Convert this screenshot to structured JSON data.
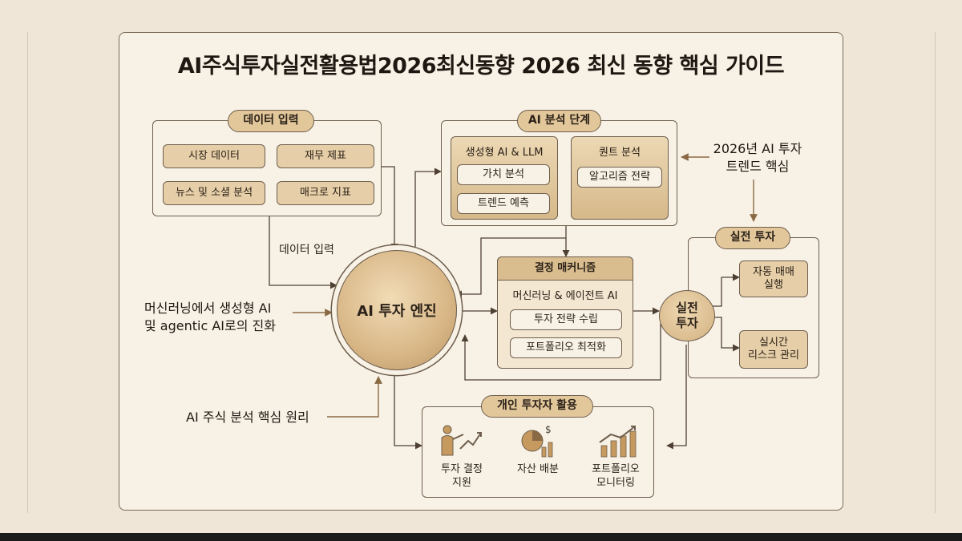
{
  "title": "AI주식투자실전활용법2026최신동향 2026 최신 동향 핵심 가이드",
  "data_input": {
    "header": "데이터 입력",
    "items": [
      "시장 데이터",
      "재무 제표",
      "뉴스 및 소셜 분석",
      "매크로 지표"
    ],
    "flow_label": "데이터 입력"
  },
  "ai_analysis": {
    "header": "AI 분석 단계",
    "gen_ai": {
      "title": "생성형 AI & LLM",
      "items": [
        "가치 분석",
        "트렌드 예측"
      ]
    },
    "quant": {
      "title": "퀀트 분석",
      "items": [
        "알고리즘 전략"
      ]
    }
  },
  "trend_label": {
    "line1": "2026년 AI 투자",
    "line2": "트렌드 핵심"
  },
  "engine": {
    "label": "AI 투자 엔진"
  },
  "evolution_label": {
    "line1": "머신러닝에서 생성형 AI",
    "line2": "및 agentic AI로의 진화"
  },
  "principle_label": "AI 주식 분석 핵심 원리",
  "decision": {
    "header": "결정 매커니즘",
    "subtitle": "머신러닝 & 에이전트 AI",
    "items": [
      "투자 전략 수립",
      "포트폴리오 최적화"
    ]
  },
  "live_invest": {
    "header": "실전 투자",
    "circle": {
      "line1": "실전",
      "line2": "투자"
    },
    "items": [
      {
        "line1": "자동 매매",
        "line2": "실행"
      },
      {
        "line1": "실시간",
        "line2": "리스크 관리"
      }
    ]
  },
  "personal": {
    "header": "개인 투자자 활용",
    "items": [
      {
        "icon": "presenter-chart-icon",
        "line1": "투자 결정",
        "line2": "지원"
      },
      {
        "icon": "pie-chart-dollar-icon",
        "line1": "자산 배분",
        "line2": ""
      },
      {
        "icon": "bar-chart-trend-icon",
        "line1": "포트폴리오",
        "line2": "모니터링"
      }
    ]
  },
  "colors": {
    "background": "#efe6d8",
    "card": "#f8f2e6",
    "accent": "#e2c79b",
    "stroke": "#6e5e4d"
  }
}
